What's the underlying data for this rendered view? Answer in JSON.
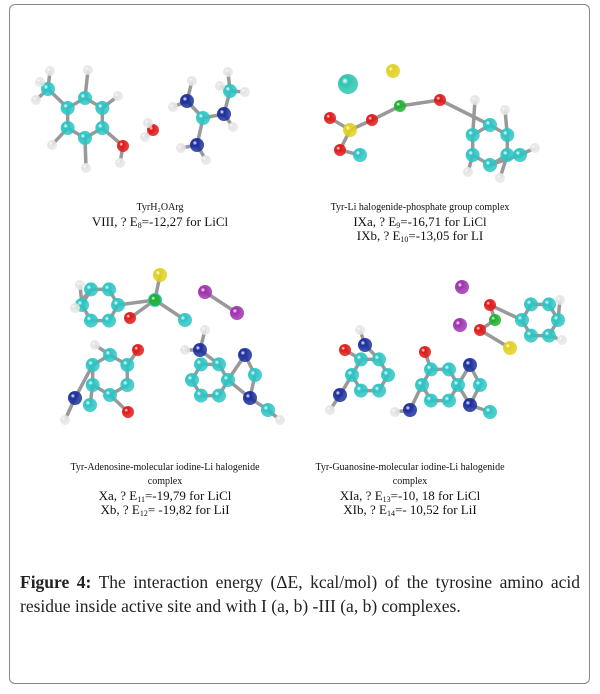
{
  "figure": {
    "label": "Figure 4:",
    "caption": "The interaction energy (ΔE, kcal/mol) of the tyrosine amino acid residue inside active site and with I (a, b) -III (a, b) complexes."
  },
  "panels": [
    {
      "title": "TyrH₂OArg",
      "lines": [
        {
          "pre": "VIII, ? E",
          "sub": "8",
          "post": "=-12,27  for LiCl"
        }
      ]
    },
    {
      "title": "Tyr-Li halogenide-phosphate group complex",
      "lines": [
        {
          "pre": "IXa, ? E",
          "sub": "9",
          "post": "=-16,71 for LiCl"
        },
        {
          "pre": "IXb, ? E",
          "sub": "10",
          "post": "=-13,05 for LI"
        }
      ]
    },
    {
      "title": "Tyr-Adenosine-molecular iodine-Li halogenide complex",
      "lines": [
        {
          "pre": "Xa, ? E",
          "sub": "11",
          "post": "=-19,79   for LiCl"
        },
        {
          "pre": "Xb, ? E",
          "sub": "12",
          "post": "= -19,82   for LiI"
        }
      ]
    },
    {
      "title": "Tyr-Guanosine-molecular iodine-Li halogenide complex",
      "lines": [
        {
          "pre": "XIa, ? E",
          "sub": "13",
          "post": "=-10, 18 for LiCl"
        },
        {
          "pre": "XIb, ? E",
          "sub": "14",
          "post": "=- 10,52 for LiI"
        }
      ]
    }
  ],
  "colors": {
    "C": "#2ec4c4",
    "H": "#e6e6e6",
    "O": "#e01818",
    "N": "#1c2f9c",
    "P": "#e0d020",
    "Li": "#20b030",
    "I": "#a030b0",
    "Cl": "#2ec4b0"
  }
}
